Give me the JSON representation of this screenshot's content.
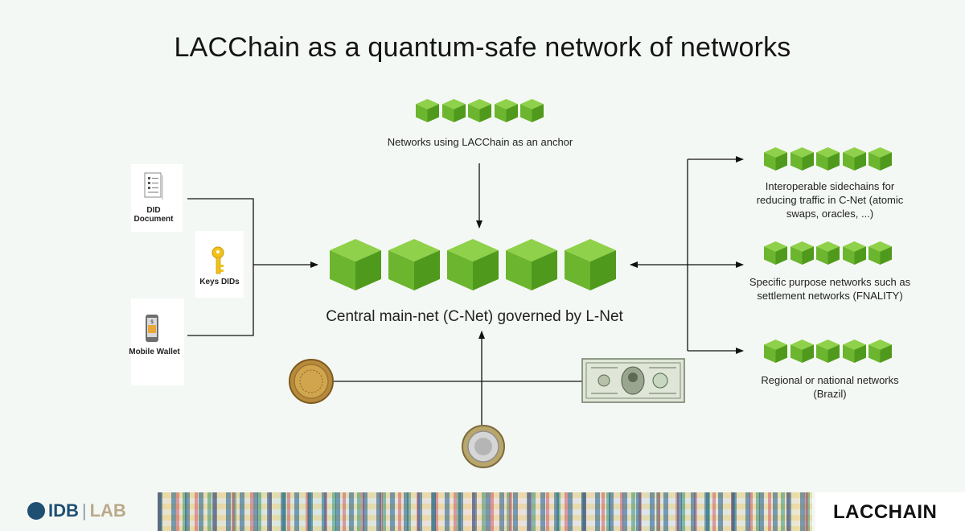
{
  "title": "LACChain as a quantum-safe network of networks",
  "top_network": {
    "label": "Networks using LACChain as an anchor"
  },
  "central": {
    "label": "Central main-net (C-Net) governed by L-Net"
  },
  "right_networks": [
    {
      "label": "Interoperable sidechains for reducing traffic in C-Net (atomic swaps, oracles, ...)"
    },
    {
      "label": "Specific purpose networks such as settlement networks (FNALITY)"
    },
    {
      "label": "Regional or national networks (Brazil)"
    }
  ],
  "identity": {
    "did_document": "DID Document",
    "keys_dids": "Keys DIDs",
    "mobile_wallet": "Mobile Wallet"
  },
  "money": {
    "left_coin": "coin-icon",
    "right_bill": "dollar-bill-icon",
    "bottom_coin": "euro-coin-icon"
  },
  "footer": {
    "idb_text": "IDB",
    "lab_text": "LAB",
    "brand": "LACCHAIN"
  },
  "colors": {
    "cube_top": "#8fd14a",
    "cube_left": "#6cb52e",
    "cube_right": "#4f9a1c",
    "line": "#111111"
  }
}
